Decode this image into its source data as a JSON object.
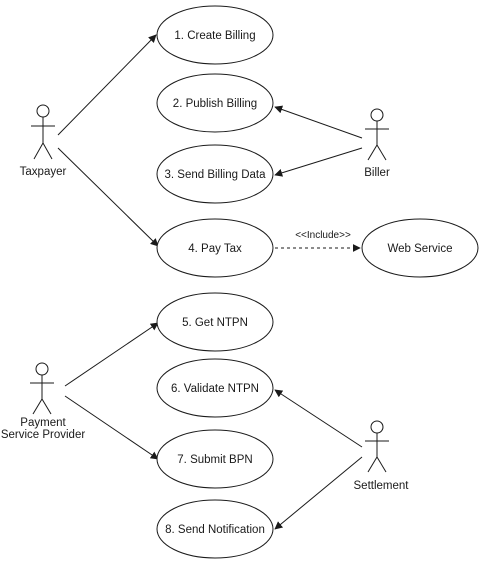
{
  "colors": {
    "stroke": "#1a1a1a",
    "fill": "#ffffff",
    "text": "#1a1a1a"
  },
  "actors": {
    "taxpayer": "Taxpayer",
    "biller": "Biller",
    "psp_line1": "Payment",
    "psp_line2": "Service Provider",
    "settlement": "Settlement"
  },
  "use_cases": {
    "create_billing": "1. Create Billing",
    "publish_billing": "2. Publish Billing",
    "send_billing_data": "3. Send Billing Data",
    "pay_tax": "4. Pay Tax",
    "get_ntpn": "5. Get NTPN",
    "validate_ntpn": "6. Validate NTPN",
    "submit_bpn": "7. Submit BPN",
    "send_notification": "8. Send Notification",
    "web_service": "Web Service"
  },
  "relations": {
    "include_label": "<<Include>>"
  }
}
